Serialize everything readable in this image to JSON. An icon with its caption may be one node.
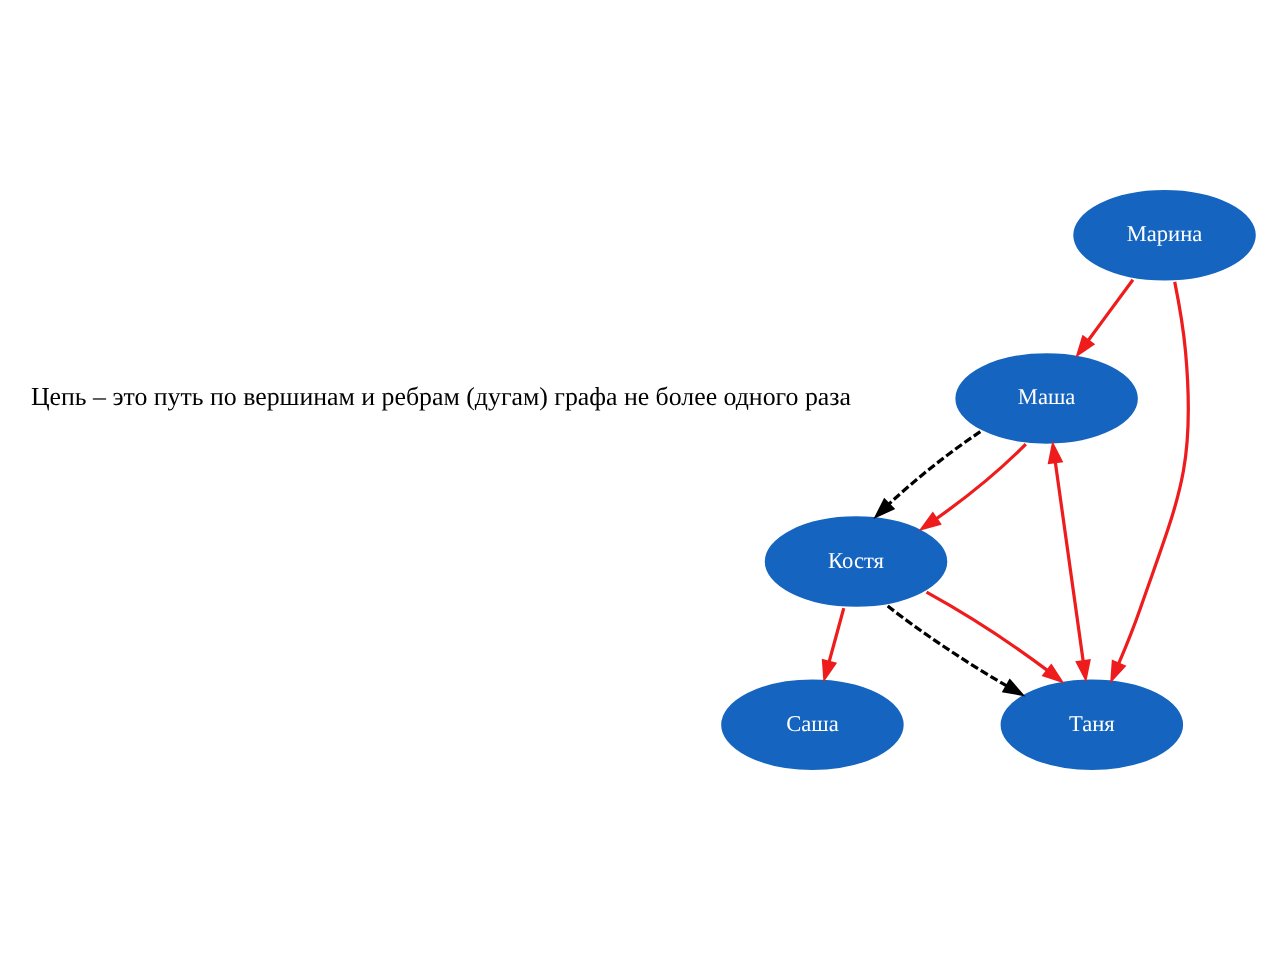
{
  "diagram": {
    "nodes": [
      {
        "text": [
          "Костя"
        ]
      },
      {
        "text": [
          "Маша"
        ]
      },
      {
        "text": [
          "Таня"
        ]
      },
      {
        "text": [
          "Саша"
        ]
      },
      {
        "text": [
          "Марина"
        ]
      }
    ],
    "edges": [
      {
        "from": 1,
        "to": 0,
        "arrow": "to",
        "style": "dashed",
        "color": "#000000"
      },
      {
        "from": 0,
        "to": 2,
        "arrow": "to",
        "style": "dashed",
        "color": "#000000"
      },
      {
        "from": 1,
        "to": 0,
        "arrow": "to"
      },
      {
        "from": 0,
        "to": 2,
        "arrow": "to"
      },
      {
        "from": 1,
        "to": 2,
        "arrow": "both"
      },
      {
        "from": 4,
        "to": 1,
        "arrow": "to"
      },
      {
        "from": 4,
        "to": 2,
        "arrow": "to"
      },
      {
        "from": 0,
        "to": 3,
        "arrow": "to"
      }
    ],
    "labels": [
      "Цепь – это путь по вершинам и ребрам (дугам) графа не более одного раза"
    ]
  }
}
